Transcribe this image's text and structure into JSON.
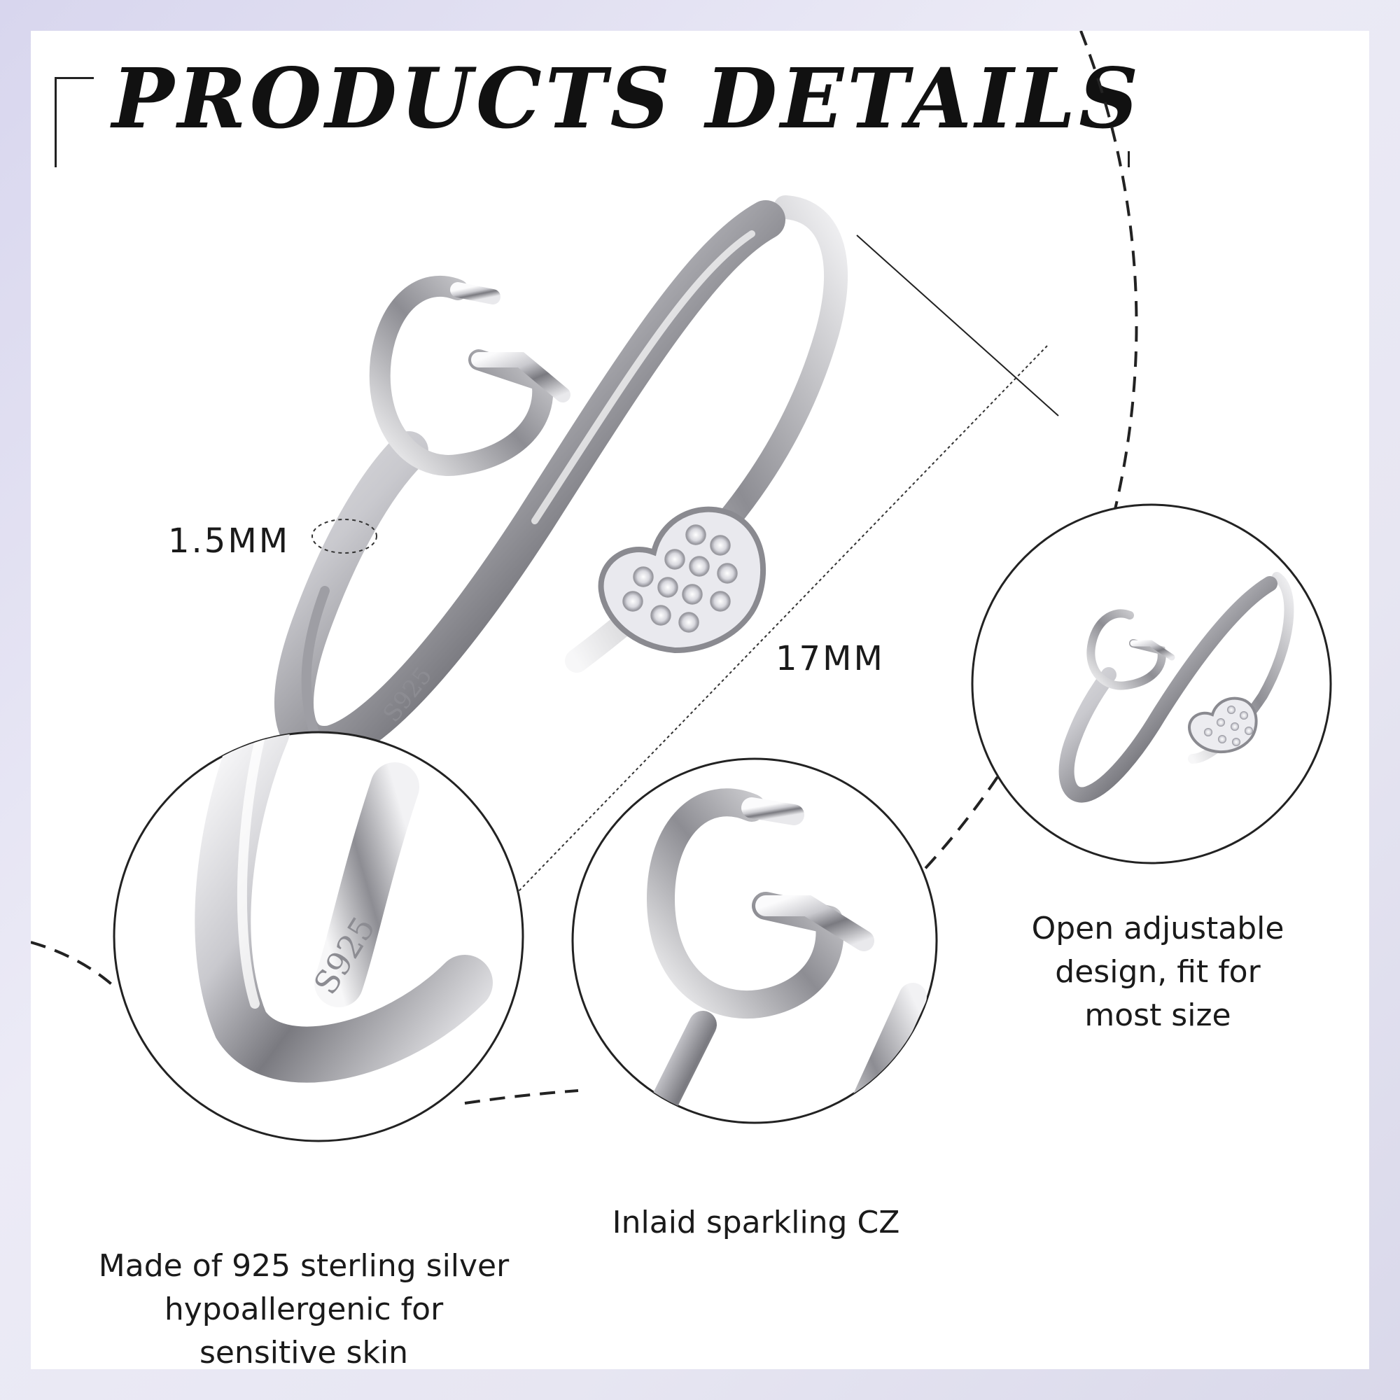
{
  "title": "PRODUCTS DETAILS",
  "dimensions": {
    "band_width": "1.5MM",
    "ring_width": "17MM"
  },
  "features": {
    "material": "Made of 925 sterling  silver\nhypoallergenic for\nsensitive skin",
    "stones": "Inlaid sparkling CZ",
    "adjustable": "Open adjustable\ndesign, fit for\nmost size"
  },
  "engraving": "S925",
  "colors": {
    "background": "#ffffff",
    "text": "#1a1a1a",
    "silver_light": "#f4f4f6",
    "silver_dark": "#6e6e74",
    "frame": "#e6e5f1"
  }
}
